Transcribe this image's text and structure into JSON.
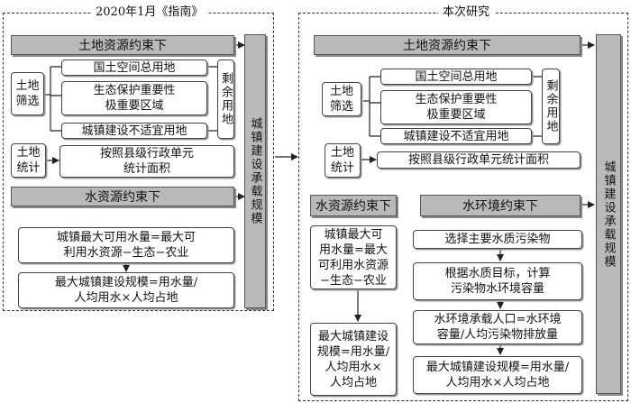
{
  "left": {
    "title": "2020年1月《指南》",
    "land_header": "土地资源约束下",
    "land_screening": "土地\n筛选",
    "national_space": "国土空间总用地",
    "eco_protection": "生态保护重要性\n极重要区域",
    "unsuitable": "城镇建设不适宜用地",
    "remaining": "剩余用地",
    "land_stats": "土地\n统计",
    "county_area": "按照县级行政单元\n统计面积",
    "water_header": "水资源约束下",
    "max_water": "城镇最大可用水量=最大可\n利用水资源−生态−农业",
    "max_scale": "最大城镇建设规模=用水量/\n人均用水×人均占地",
    "capacity": "城镇建设承载规模"
  },
  "right": {
    "title": "本次研究",
    "land_header": "土地资源约束下",
    "land_screening": "土地\n筛选",
    "national_space": "国土空间总用地",
    "eco_protection": "生态保护重要性\n极重要区域",
    "unsuitable": "城镇建设不适宜用地",
    "remaining": "剩余用地",
    "land_stats": "土地\n统计",
    "county_area": "按照县级行政单元统计面积",
    "water_header": "水资源约束下",
    "water_env_header": "水环境约束下",
    "max_water": "城镇最大可\n用水量=最大\n可利用水资源\n−生态−农业",
    "max_scale": "最大城镇建设\n规模=用水量/\n人均用水×\n人均占地",
    "select_pollutant": "选择主要水质污染物",
    "env_capacity": "根据水质目标，计算\n污染物水环境容量",
    "env_population": "水环境承载人口=水环境\n容量/人均污染物排放量",
    "max_scale_env": "最大城镇建设规模=用水量/\n人均用水×人均占地",
    "capacity": "城镇建设承载规模"
  }
}
